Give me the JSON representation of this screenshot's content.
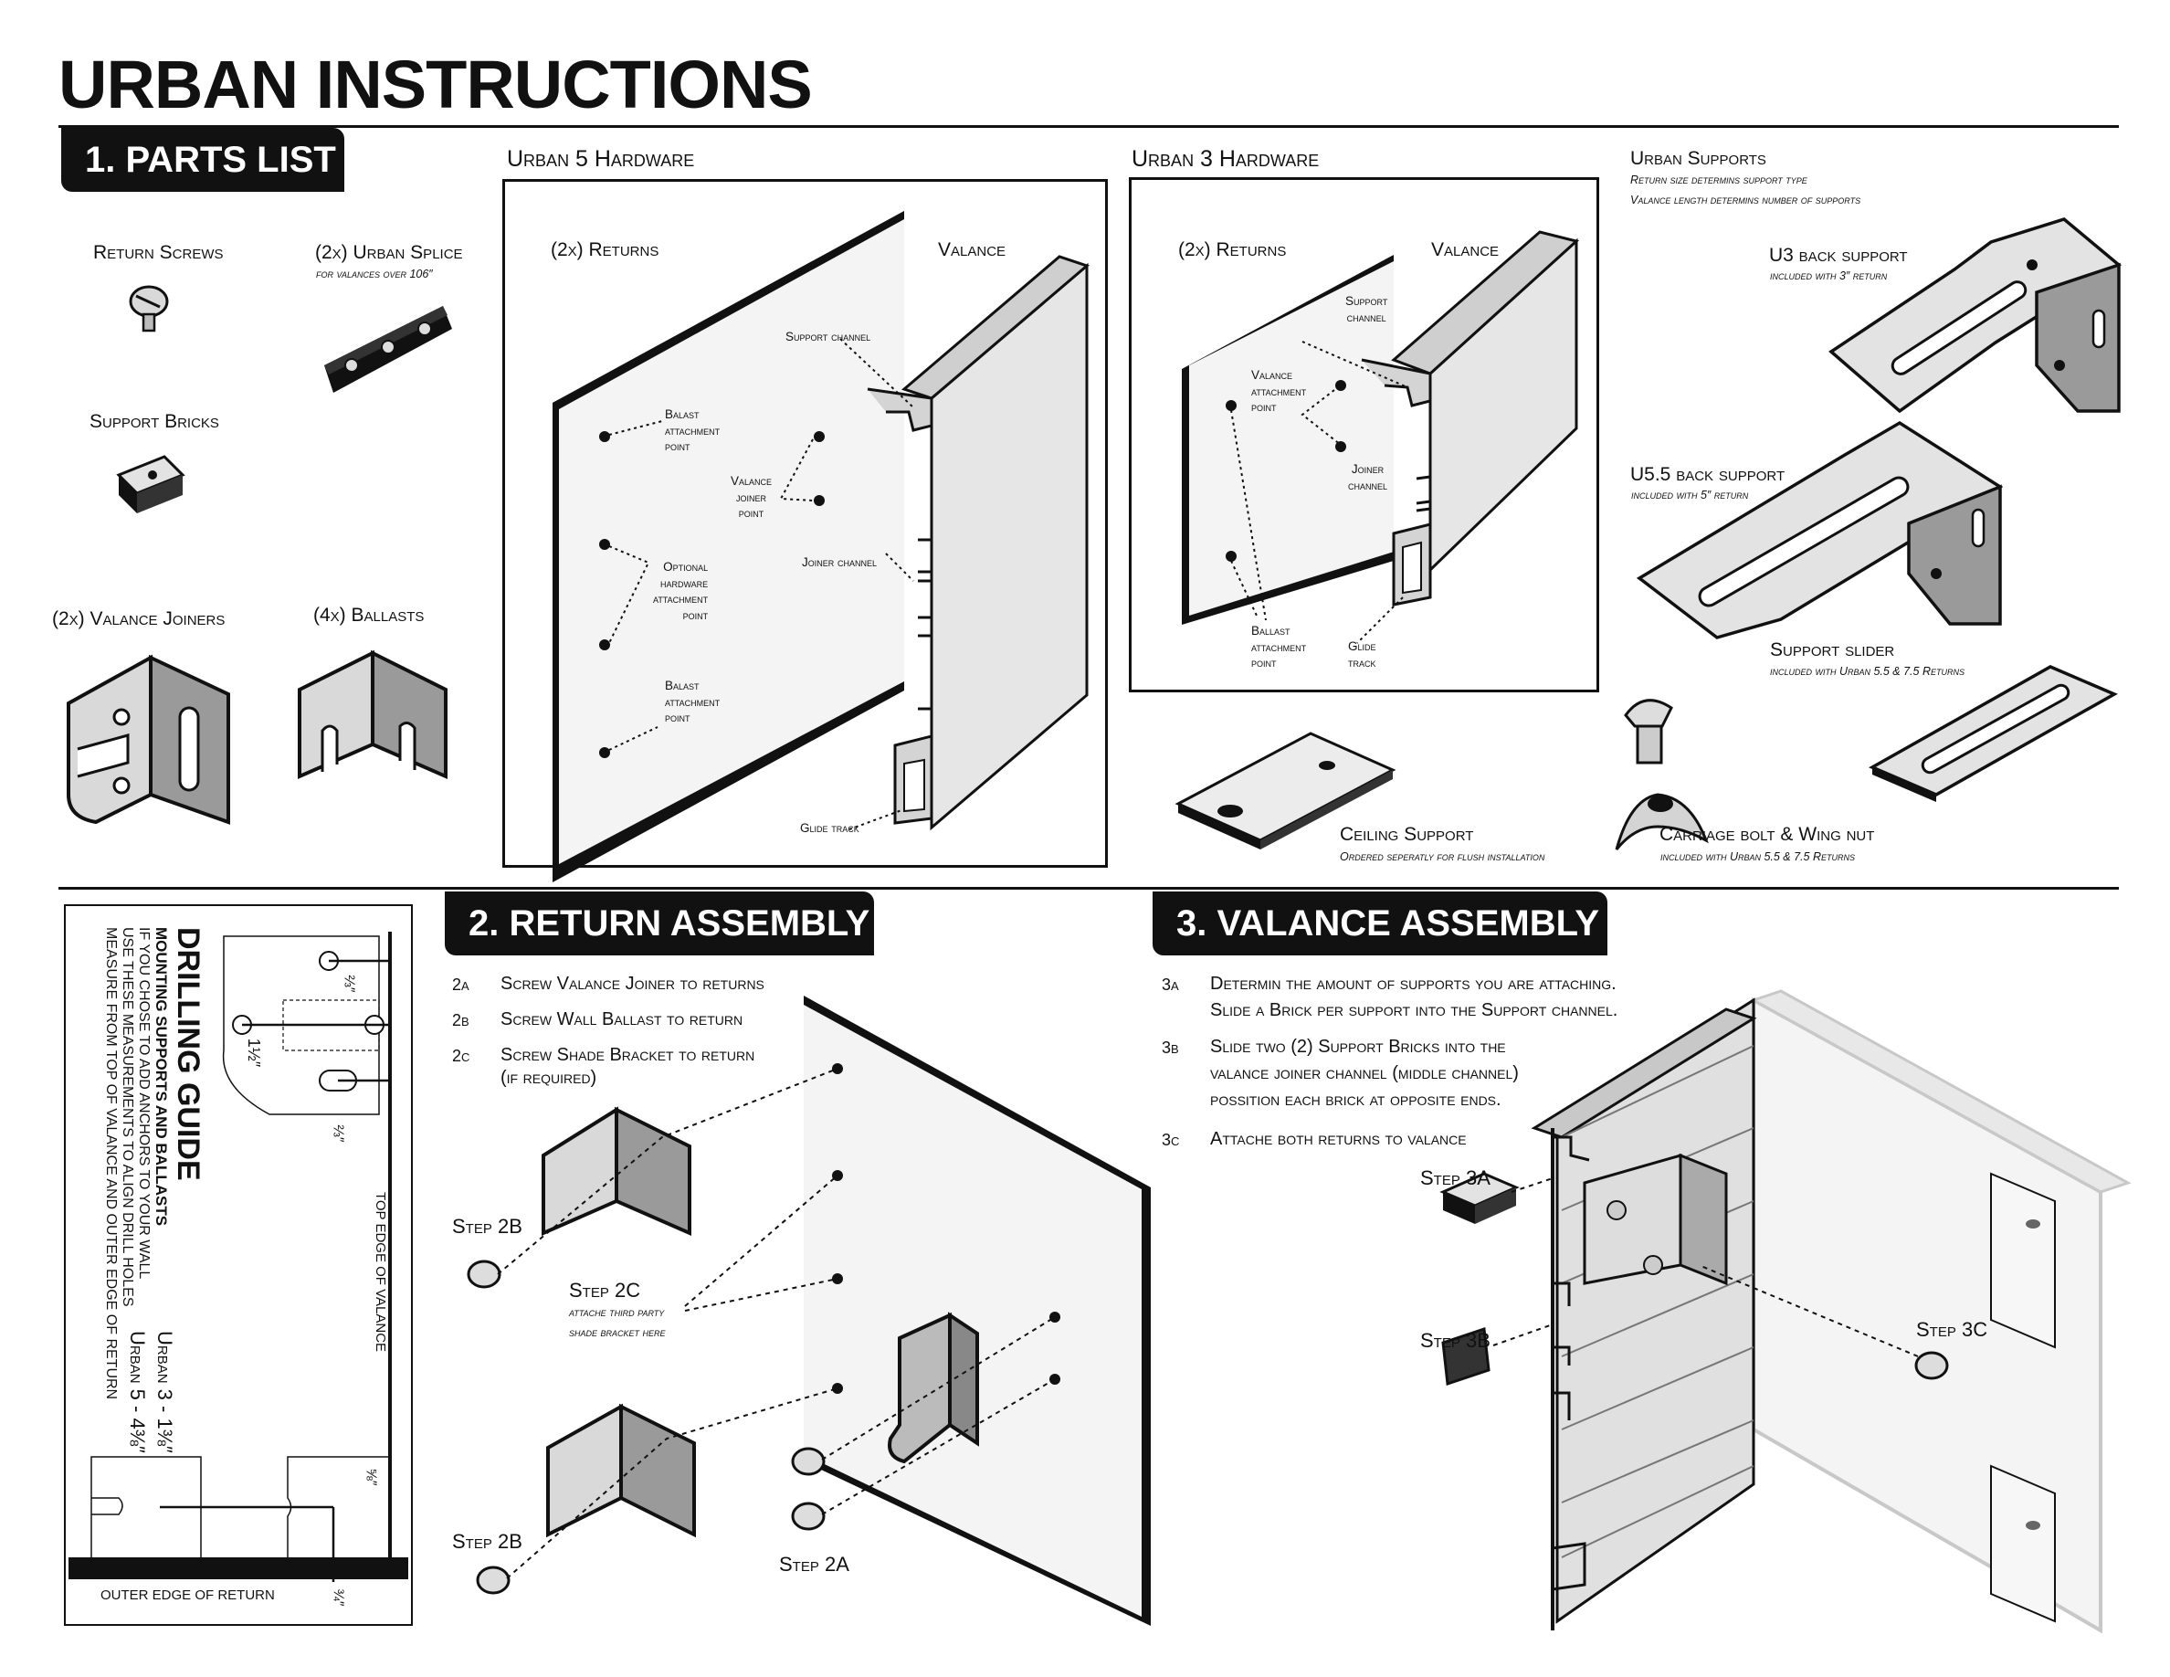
{
  "header": {
    "title": "URBAN INSTRUCTIONS"
  },
  "sections": {
    "parts": "1. PARTS LIST",
    "return_assembly": "2. RETURN ASSEMBLY",
    "valance_assembly": "3. VALANCE ASSEMBLY"
  },
  "parts_list": {
    "return_screws": "Return Screws",
    "urban_splice": "(2x) Urban Splice",
    "urban_splice_note": "for valances over 106″",
    "support_bricks": "Support Bricks",
    "valance_joiners": "(2x) Valance Joiners",
    "ballasts": "(4x) Ballasts"
  },
  "urban5": {
    "heading": "Urban 5 Hardware",
    "returns": "(2x) Returns",
    "valance": "Valance",
    "support_channel": "Support channel",
    "ballast_point": [
      "Balast",
      "attachment",
      "point"
    ],
    "valance_joiner_point": [
      "Valance",
      "joiner",
      "point"
    ],
    "optional_point": [
      "Optional",
      "hardware",
      "attachment",
      "point"
    ],
    "joiner_channel": "Joiner channel",
    "ballast_point_2": [
      "Balast",
      "attachment",
      "point"
    ],
    "glide_track": "Glide track"
  },
  "urban3": {
    "heading": "Urban 3 Hardware",
    "returns": "(2x) Returns",
    "valance": "Valance",
    "support_channel": [
      "Support",
      "channel"
    ],
    "valance_attachment": [
      "Valance",
      "attachment",
      "point"
    ],
    "joiner_channel": [
      "Joiner",
      "channel"
    ],
    "ballast_point": [
      "Ballast",
      "attachment",
      "point"
    ],
    "glide_track": [
      "Glide",
      "track"
    ]
  },
  "supports": {
    "heading": "Urban Supports",
    "note1": "Return size determins support type",
    "note2": "Valance length determins number of supports",
    "u3": "U3 back support",
    "u3_note": "included with 3″ return",
    "u55": "U5.5 back support",
    "u55_note": "included with 5″ return",
    "slider": "Support slider",
    "slider_note": "included with Urban 5.5 & 7.5 Returns",
    "carriage": "Carriage bolt & Wing nut",
    "carriage_note": "included with Urban 5.5 & 7.5 Returns",
    "ceiling": "Ceiling Support",
    "ceiling_note": "Ordered seperatly for flush installation"
  },
  "drilling": {
    "title": "DRILLING GUIDE",
    "subtitle": "MOUNTING SUPPORTS AND BALLASTS",
    "lines": [
      "IF YOU CHOSE TO ADD ANCHORS TO YOUR WALL",
      "USE THESE MEASUREMENTS TO ALIGN DRILL HOLES",
      "MEASURE FROM TOP OF VALANCE AND OUTER EDGE OF RETURN"
    ],
    "top_edge": "TOP EDGE OF VALANCE",
    "outer_edge": "OUTER EDGE OF RETURN",
    "urban3": "Urban 3 - 1⅜″",
    "urban5": "Urban 5 - 4⅜″",
    "dim_two_thirds_a": "⅔″",
    "dim_one_half": "1½″",
    "dim_two_thirds_b": "⅔″",
    "dim_five_eighths": "⅝″",
    "dim_three_quarters": "¾″"
  },
  "return_assembly": {
    "steps": [
      {
        "num": "2a",
        "text": "Screw Valance Joiner to returns"
      },
      {
        "num": "2b",
        "text": "Screw Wall Ballast to return"
      },
      {
        "num": "2c",
        "text": "Screw Shade Bracket to return"
      }
    ],
    "step2c_sub": "(if required)",
    "step2b_a": "Step 2B",
    "step2b_b": "Step 2B",
    "step2c": "Step 2C",
    "step2c_note1": "attache third party",
    "step2c_note2": "shade bracket here",
    "step2a": "Step 2A"
  },
  "valance_assembly": {
    "steps": [
      {
        "num": "3a",
        "lines": [
          "Determin the amount of supports you are attaching.",
          "Slide a Brick per support into the Support channel."
        ]
      },
      {
        "num": "3b",
        "lines": [
          "Slide two (2) Support Bricks into the",
          "valance joiner channel (middle channel)",
          "possition each brick at opposite ends."
        ]
      },
      {
        "num": "3c",
        "lines": [
          "Attache both returns to valance"
        ]
      }
    ],
    "step3a": "Step 3A",
    "step3b": "Step 3B",
    "step3c": "Step 3C"
  },
  "colors": {
    "ink": "#111111",
    "metal": "#d9d9d9",
    "metal_dark": "#9a9a9a",
    "panel": "#f4f4f4"
  }
}
